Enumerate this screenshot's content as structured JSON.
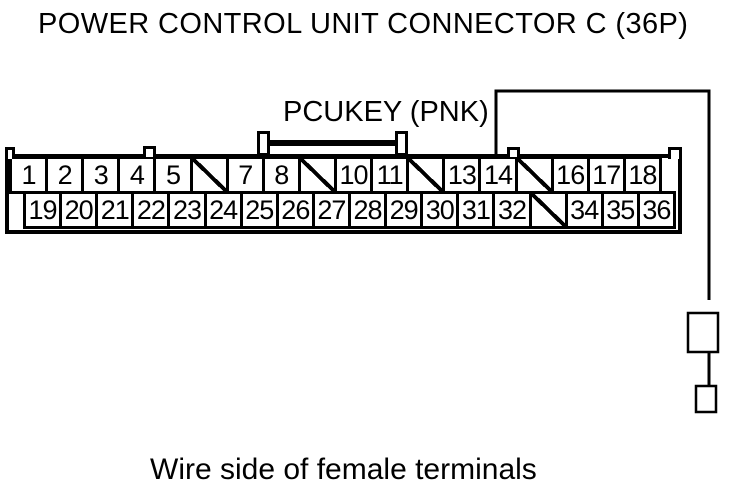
{
  "title": "POWER CONTROL UNIT CONNECTOR C (36P)",
  "wire_label": "PCUKEY (PNK)",
  "caption": "Wire side of female terminals",
  "connector": {
    "rows": [
      {
        "name": "top",
        "pins": [
          "1",
          "2",
          "3",
          "4",
          "5",
          null,
          "7",
          "8",
          null,
          "10",
          "11",
          null,
          "13",
          "14",
          null,
          "16",
          "17",
          "18"
        ]
      },
      {
        "name": "bottom",
        "pins": [
          "19",
          "20",
          "21",
          "22",
          "23",
          "24",
          "25",
          "26",
          "27",
          "28",
          "29",
          "30",
          "31",
          "32",
          null,
          "34",
          "35",
          "36"
        ]
      }
    ]
  },
  "wire": {
    "label": "PCUKEY",
    "color_code": "PNK",
    "from_pin": "14"
  },
  "colors": {
    "ink": "#000000",
    "paper": "#ffffff"
  }
}
